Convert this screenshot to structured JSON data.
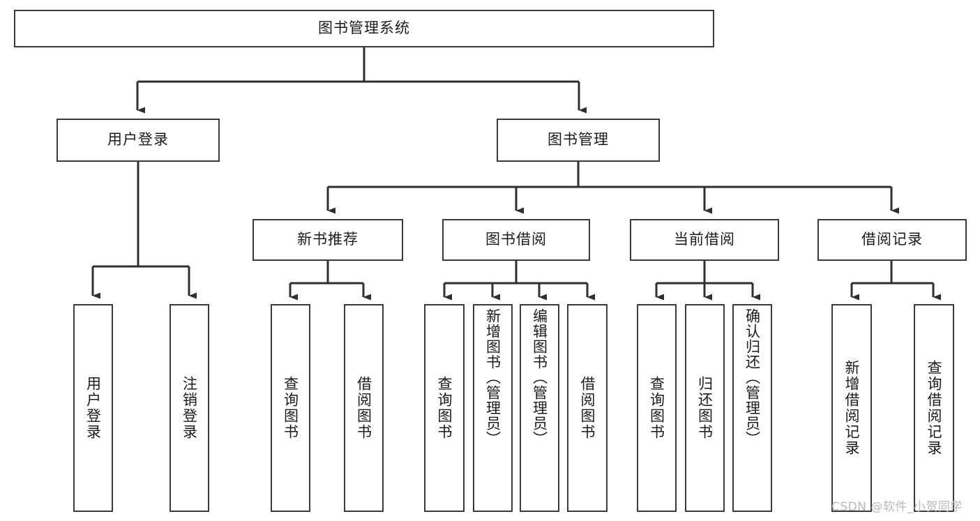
{
  "diagram": {
    "title": "图书管理系统",
    "type": "tree-hierarchy-chart",
    "root": {
      "label": "图书管理系统",
      "id": "root"
    },
    "level2": [
      {
        "id": "user-login",
        "label": "用户登录"
      },
      {
        "id": "book-management",
        "label": "图书管理"
      }
    ],
    "level3": [
      {
        "id": "new-book-recommend",
        "label": "新书推荐",
        "parent": "book-management"
      },
      {
        "id": "book-borrow",
        "label": "图书借阅",
        "parent": "book-management"
      },
      {
        "id": "current-borrow",
        "label": "当前借阅",
        "parent": "book-management"
      },
      {
        "id": "borrow-record",
        "label": "借阅记录",
        "parent": "book-management"
      }
    ],
    "leaves": {
      "user-login": [
        {
          "id": "leaf-user-login",
          "label": "用户登录"
        },
        {
          "id": "leaf-logout",
          "label": "注销登录"
        }
      ],
      "new-book-recommend": [
        {
          "id": "leaf-query-book-1",
          "label": "查询图书"
        },
        {
          "id": "leaf-borrow-book-1",
          "label": "借阅图书"
        }
      ],
      "book-borrow": [
        {
          "id": "leaf-query-book-2",
          "label": "查询图书"
        },
        {
          "id": "leaf-add-book",
          "label": "新增图书（管理员）"
        },
        {
          "id": "leaf-edit-book",
          "label": "编辑图书（管理员）"
        },
        {
          "id": "leaf-borrow-book-2",
          "label": "借阅图书"
        }
      ],
      "current-borrow": [
        {
          "id": "leaf-query-book-3",
          "label": "查询图书"
        },
        {
          "id": "leaf-return-book",
          "label": "归还图书"
        },
        {
          "id": "leaf-confirm-return",
          "label": "确认归还（管理员）"
        }
      ],
      "borrow-record": [
        {
          "id": "leaf-add-record",
          "label": "新增借阅记录"
        },
        {
          "id": "leaf-query-record",
          "label": "查询借阅记录"
        }
      ]
    }
  },
  "watermark": {
    "text": "CSDN @软件_小贺同学"
  },
  "colors": {
    "box_border": "#3a3a3a",
    "connector": "#2f2f2f",
    "text": "#1b1b1b",
    "background": "#ffffff",
    "watermark": "#b9b9b9"
  }
}
